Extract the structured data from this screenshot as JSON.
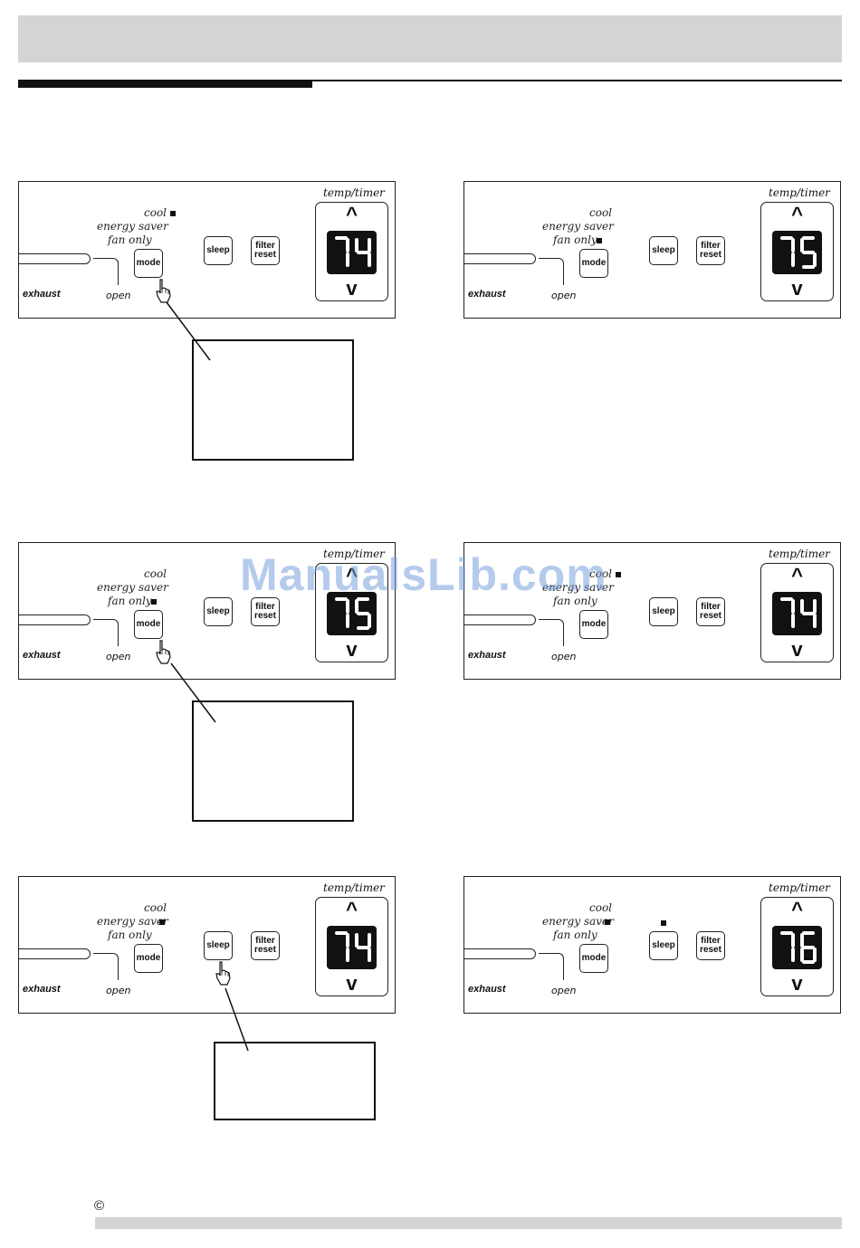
{
  "footer": {
    "copyright": "©"
  },
  "watermark": "ManualsLib.com",
  "panel_labels": {
    "cool": "cool",
    "energy_saver": "energy saver",
    "fan_only": "fan only",
    "exhaust": "exhaust",
    "open": "open",
    "mode": "mode",
    "sleep": "sleep",
    "filter_line1": "filter",
    "filter_line2": "reset",
    "temp_timer": "temp/timer",
    "up": "^",
    "down": "v"
  },
  "panels": [
    {
      "display": "74",
      "mode_indicator": "cool",
      "sleep_indicator": false,
      "pressed": "mode"
    },
    {
      "display": "75",
      "mode_indicator": "fan only",
      "sleep_indicator": false,
      "pressed": ""
    },
    {
      "display": "75",
      "mode_indicator": "fan only",
      "sleep_indicator": false,
      "pressed": "mode"
    },
    {
      "display": "74",
      "mode_indicator": "cool",
      "sleep_indicator": false,
      "pressed": ""
    },
    {
      "display": "74",
      "mode_indicator": "energy saver",
      "sleep_indicator": false,
      "pressed": "sleep"
    },
    {
      "display": "76",
      "mode_indicator": "energy saver",
      "sleep_indicator": true,
      "pressed": ""
    }
  ]
}
